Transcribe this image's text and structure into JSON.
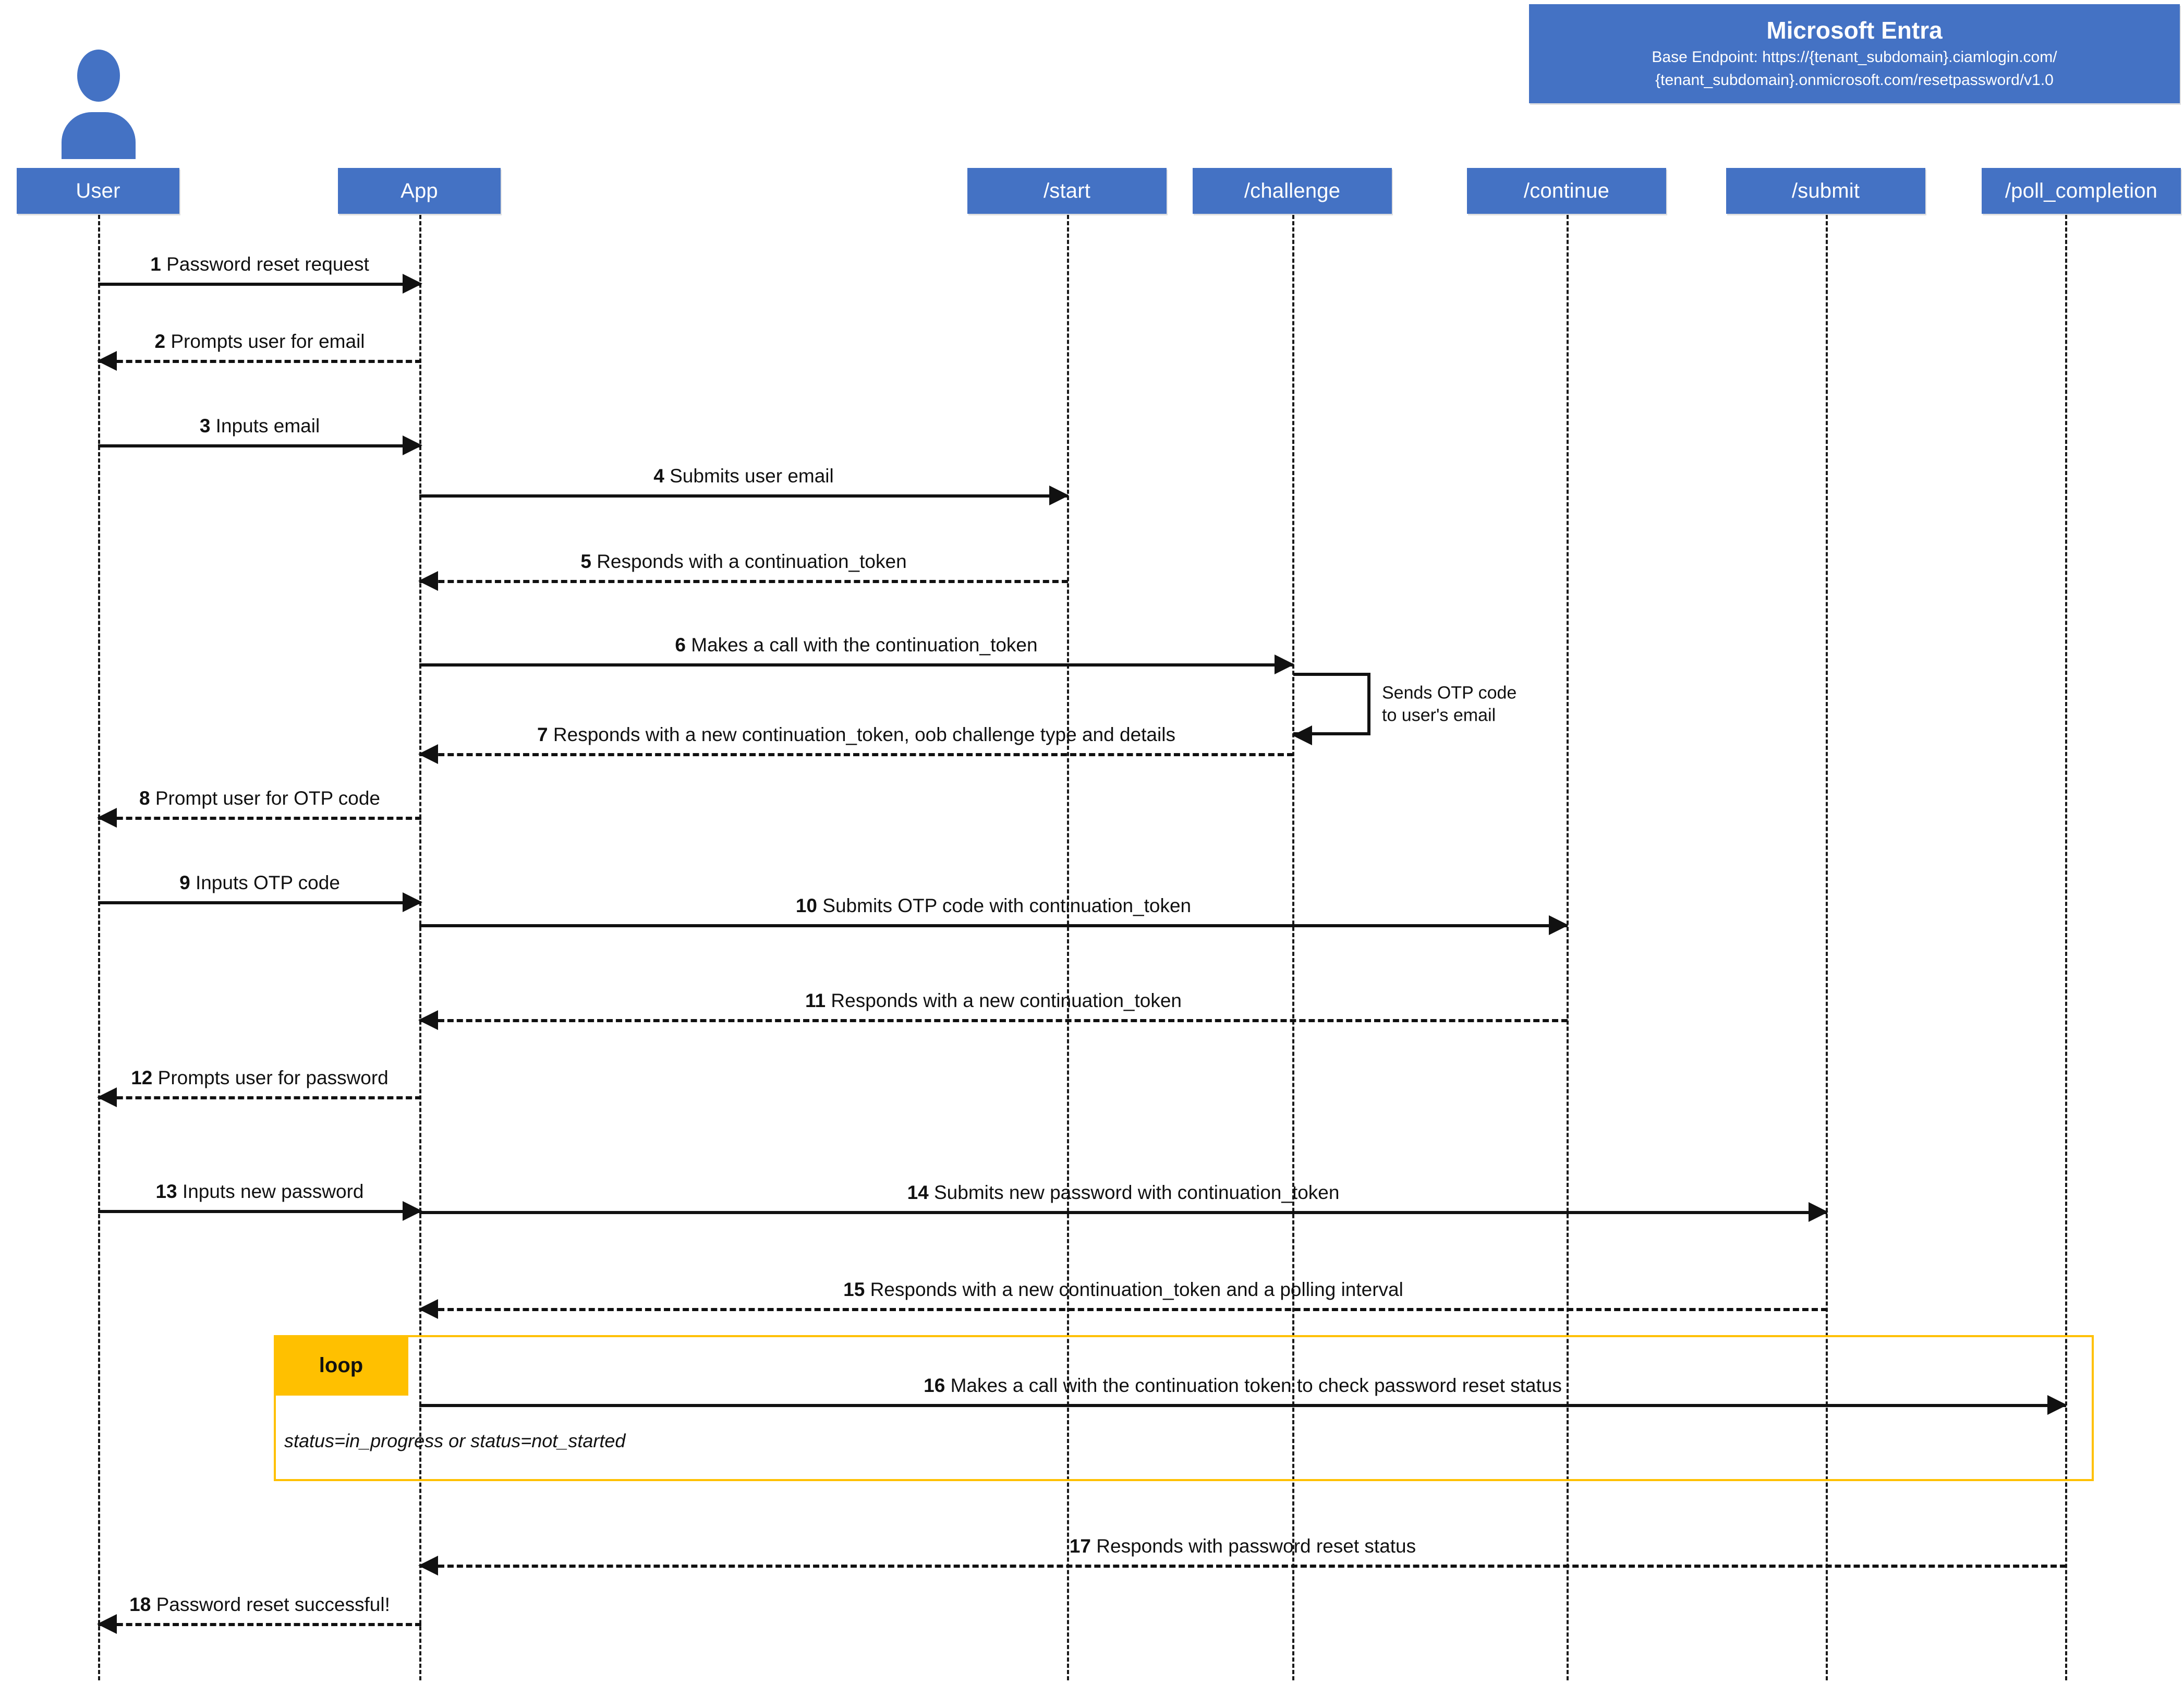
{
  "diagram": {
    "type": "sequence-diagram",
    "title": "Microsoft Entra password reset native authentication flow"
  },
  "entra_banner": {
    "title": "Microsoft Entra",
    "subtitle_line1": "Base Endpoint: https://{tenant_subdomain}.ciamlogin.com/",
    "subtitle_line2": "{tenant_subdomain}.onmicrosoft.com/resetpassword/v1.0",
    "color": "#4472c4"
  },
  "participants": [
    {
      "id": "user",
      "label": "User",
      "has_actor_icon": true
    },
    {
      "id": "app",
      "label": "App",
      "has_actor_icon": false
    },
    {
      "id": "start",
      "label": "/start",
      "has_actor_icon": false
    },
    {
      "id": "challenge",
      "label": "/challenge",
      "has_actor_icon": false
    },
    {
      "id": "continue",
      "label": "/continue",
      "has_actor_icon": false
    },
    {
      "id": "submit",
      "label": "/submit",
      "has_actor_icon": false
    },
    {
      "id": "poll_completion",
      "label": "/poll_completion",
      "has_actor_icon": false
    }
  ],
  "messages": [
    {
      "num": "1",
      "text": "Password reset request",
      "from": "user",
      "to": "app",
      "style": "solid"
    },
    {
      "num": "2",
      "text": "Prompts user for email",
      "from": "app",
      "to": "user",
      "style": "dashed"
    },
    {
      "num": "3",
      "text": "Inputs email",
      "from": "user",
      "to": "app",
      "style": "solid"
    },
    {
      "num": "4",
      "text": "Submits user email",
      "from": "app",
      "to": "start",
      "style": "solid"
    },
    {
      "num": "5",
      "text": "Responds with a continuation_token",
      "from": "start",
      "to": "app",
      "style": "dashed"
    },
    {
      "num": "6",
      "text": "Makes a call with the continuation_token",
      "from": "app",
      "to": "challenge",
      "style": "solid"
    },
    {
      "num": "7",
      "text": "Responds with a new continuation_token, oob challenge type and details",
      "from": "challenge",
      "to": "app",
      "style": "dashed"
    },
    {
      "num": "8",
      "text": "Prompt user for OTP code",
      "from": "app",
      "to": "user",
      "style": "dashed"
    },
    {
      "num": "9",
      "text": "Inputs OTP code",
      "from": "user",
      "to": "app",
      "style": "solid"
    },
    {
      "num": "10",
      "text": "Submits OTP code with continuation_token",
      "from": "app",
      "to": "continue",
      "style": "solid"
    },
    {
      "num": "11",
      "text": "Responds with a new continuation_token",
      "from": "continue",
      "to": "app",
      "style": "dashed"
    },
    {
      "num": "12",
      "text": "Prompts user for password",
      "from": "app",
      "to": "user",
      "style": "dashed"
    },
    {
      "num": "13",
      "text": "Inputs new password",
      "from": "user",
      "to": "app",
      "style": "solid"
    },
    {
      "num": "14",
      "text": "Submits new password with continuation_token",
      "from": "app",
      "to": "submit",
      "style": "solid"
    },
    {
      "num": "15",
      "text": "Responds with a new continuation_token and a polling interval",
      "from": "submit",
      "to": "app",
      "style": "dashed"
    },
    {
      "num": "16",
      "text": "Makes a call with the continuation token to check password reset status",
      "from": "app",
      "to": "poll_completion",
      "style": "solid"
    },
    {
      "num": "17",
      "text": "Responds with password reset status",
      "from": "poll_completion",
      "to": "app",
      "style": "dashed"
    },
    {
      "num": "18",
      "text": "Password reset successful!",
      "from": "app",
      "to": "user",
      "style": "dashed"
    }
  ],
  "self_message": {
    "on": "challenge",
    "note_line1": "Sends OTP code",
    "note_line2": "to user's email"
  },
  "loop_fragment": {
    "label": "loop",
    "condition": "status=in_progress or status=not_started",
    "color": "#ffc000"
  }
}
